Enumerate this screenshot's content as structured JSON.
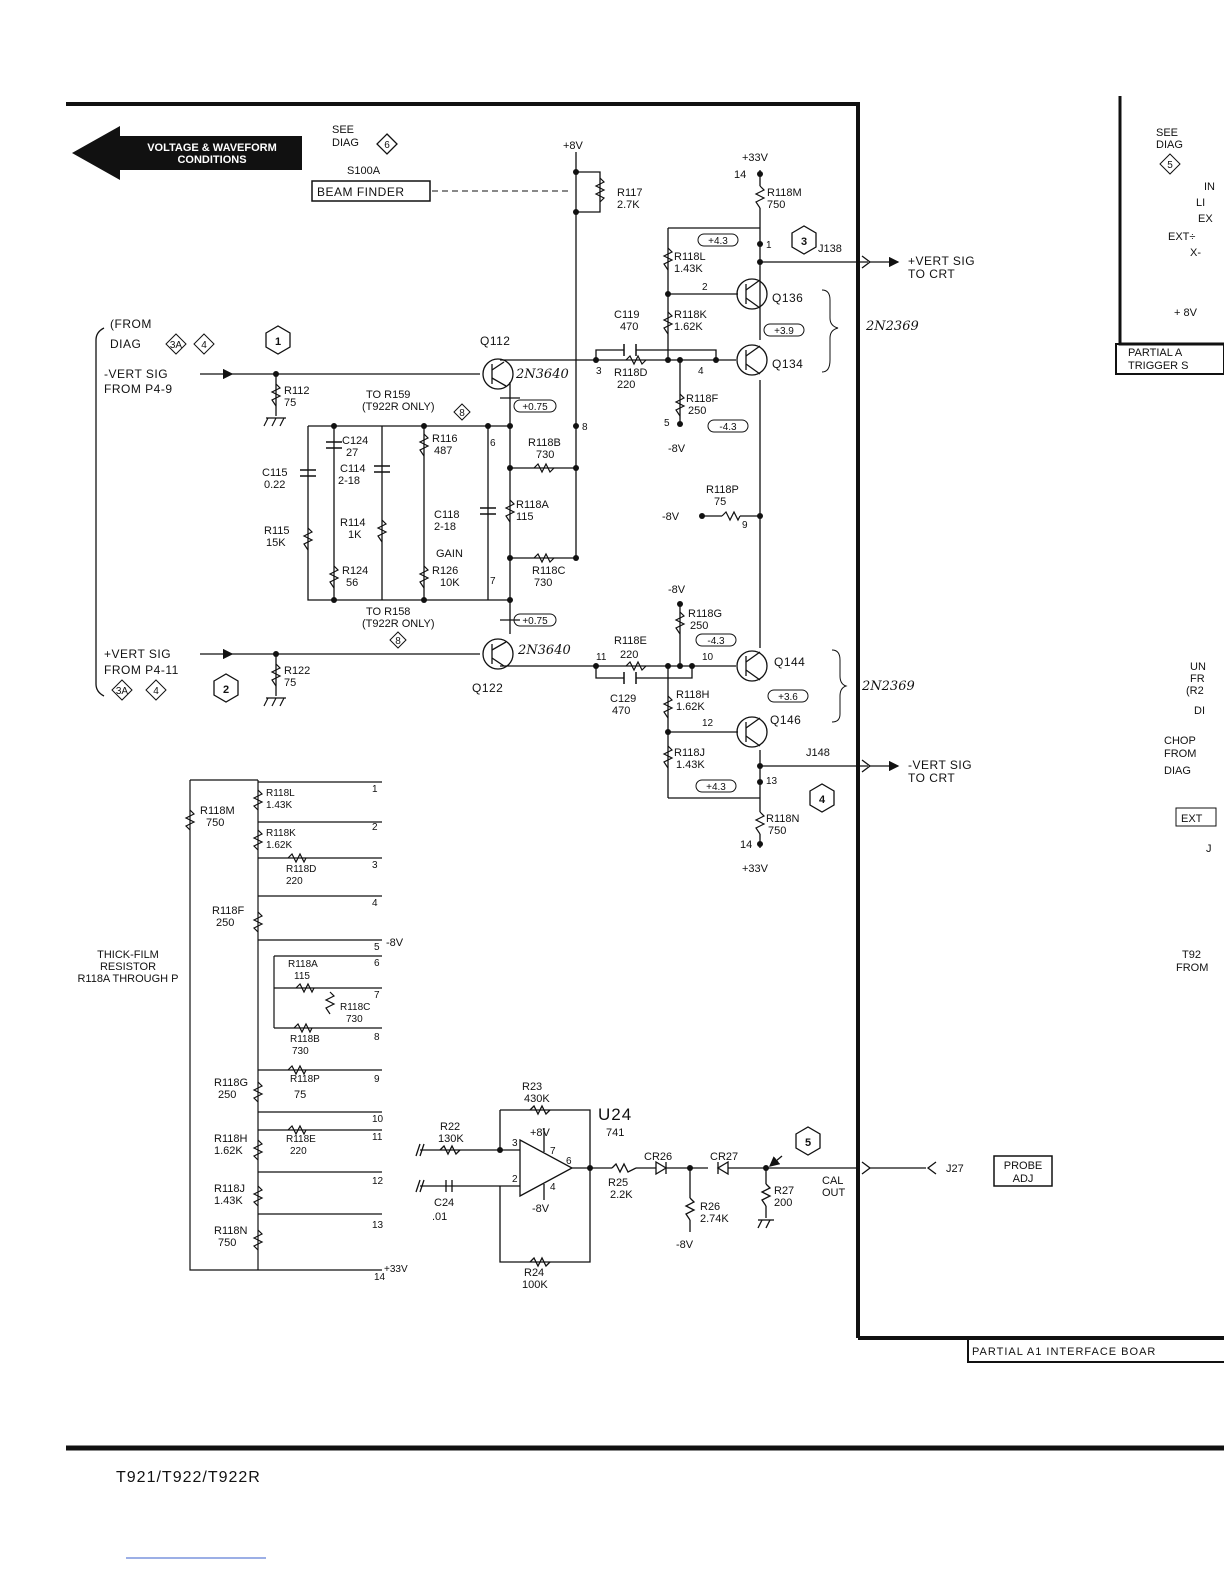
{
  "header": {
    "voltage_waveform": [
      "VOLTAGE & WAVEFORM",
      "CONDITIONS"
    ],
    "see_diag_6": [
      "SEE",
      "DIAG"
    ],
    "diag_6_num": "6",
    "s100a": "S100A",
    "beam_finder": "BEAM FINDER",
    "plus8v_top": "+8V",
    "plus33v_top": "+33V"
  },
  "right_panel": {
    "see_diag_5": [
      "SEE",
      "DIAG"
    ],
    "diag_5_num": "5",
    "cut_text": [
      "IN",
      "LI",
      "EX",
      "EXT÷",
      "X-"
    ],
    "plus8v": "+ 8V",
    "partial_trigger": [
      "PARTIAL A",
      "TRIGGER S"
    ],
    "lower_cut": [
      "UN",
      "FR",
      "(R2",
      "DI",
      "CHOP",
      "FROM",
      "DIAG",
      "EXT",
      "J",
      "T92",
      "FROM"
    ]
  },
  "inputs": {
    "from_diag": [
      "(FROM",
      "DIAG"
    ],
    "diag_3a": "3A",
    "diag_4": "4",
    "vert_minus": [
      "-VERT SIG",
      "FROM P4-9"
    ],
    "vert_plus": [
      "+VERT SIG",
      "FROM P4-11"
    ],
    "hex1": "1",
    "hex2": "2",
    "hex3": "3",
    "hex4": "4",
    "hex5": "5"
  },
  "components": {
    "r112": [
      "R112",
      "75"
    ],
    "r122": [
      "R122",
      "75"
    ],
    "q112": "Q112",
    "q122": "Q122",
    "q112_part": "2N3640",
    "q122_part": "2N3640",
    "to_r159": [
      "TO R159",
      "(T922R ONLY)"
    ],
    "to_r158": [
      "TO R158",
      "(T922R ONLY)"
    ],
    "diag8": "8",
    "v_plus075_a": "+0.75",
    "v_plus075_b": "+0.75",
    "c115": [
      "C115",
      "0.22"
    ],
    "r115": [
      "R115",
      "15K"
    ],
    "c124": [
      "C124",
      "27"
    ],
    "c114": [
      "C114",
      "2-18"
    ],
    "r114": [
      "R114",
      "1K"
    ],
    "r124": [
      "R124",
      "56"
    ],
    "r116": [
      "R116",
      "487"
    ],
    "c118": [
      "C118",
      "2-18"
    ],
    "gain": "GAIN",
    "r126": [
      "R126",
      "10K"
    ],
    "r118b": [
      "R118B",
      "730"
    ],
    "r118a": [
      "R118A",
      "115"
    ],
    "r118c": [
      "R118C",
      "730"
    ],
    "r117": [
      "R117",
      "2.7K"
    ],
    "r118m": [
      "R118M",
      "750"
    ],
    "r118l": [
      "R118L",
      "1.43K"
    ],
    "r118k": [
      "R118K",
      "1.62K"
    ],
    "c119": [
      "C119",
      "470"
    ],
    "r118d": [
      "R118D",
      "220"
    ],
    "r118f": [
      "R118F",
      "250"
    ],
    "minus8v": "-8V",
    "v_plus43_a": "+4.3",
    "v_plus39": "+3.9",
    "v_minus43_a": "-4.3",
    "q136": "Q136",
    "q134": "Q134",
    "part_2n2369_a": "2N2369",
    "r118p": [
      "R118P",
      "75"
    ],
    "r118g": [
      "R118G",
      "250"
    ],
    "r118e": [
      "R118E",
      "220"
    ],
    "v_minus43_b": "-4.3",
    "q144": "Q144",
    "q146": "Q146",
    "v_plus36": "+3.6",
    "part_2n2369_b": "2N2369",
    "c129": [
      "C129",
      "470"
    ],
    "r118h": [
      "R118H",
      "1.62K"
    ],
    "r118j": [
      "R118J",
      "1.43K"
    ],
    "v_plus43_b": "+4.3",
    "r118n": [
      "R118N",
      "750"
    ],
    "plus33v_bottom": "+33V",
    "j138": "J138",
    "j148": "J148",
    "out_plus": [
      "+VERT SIG",
      "TO CRT"
    ],
    "out_minus": [
      "-VERT SIG",
      "TO CRT"
    ],
    "pin_numbers": [
      "14",
      "1",
      "2",
      "3",
      "4",
      "5",
      "6",
      "7",
      "8",
      "9",
      "10",
      "11",
      "12",
      "13",
      "14"
    ]
  },
  "thick_film": {
    "label": [
      "THICK-FILM",
      "RESISTOR",
      "R118A THROUGH P"
    ],
    "left": [
      [
        "R118M",
        "750"
      ],
      [
        "R118F",
        "250"
      ],
      [
        "R118G",
        "250"
      ],
      [
        "R118H",
        "1.62K"
      ],
      [
        "R118J",
        "1.43K"
      ],
      [
        "R118N",
        "750"
      ]
    ],
    "right": [
      [
        "R118L",
        "1.43K"
      ],
      [
        "R118K",
        "1.62K"
      ],
      [
        "R118D",
        "220"
      ],
      [
        "R118A",
        "115"
      ],
      [
        "R118C",
        "730"
      ],
      [
        "R118B",
        "730"
      ],
      [
        "R118P",
        "75"
      ],
      [
        "R118E",
        "220"
      ]
    ],
    "pins": [
      "1",
      "2",
      "3",
      "4",
      "5",
      "6",
      "7",
      "8",
      "9",
      "10",
      "11",
      "12",
      "13",
      "14"
    ],
    "minus8v": "-8V",
    "plus33v": "+33V"
  },
  "cal": {
    "r23": [
      "R23",
      "430K"
    ],
    "u24": "U24",
    "u24_part": "741",
    "plus8v": "+8V",
    "minus8v": "-8V",
    "r22": [
      "R22",
      "130K"
    ],
    "c24": [
      "C24",
      ".01"
    ],
    "r24": [
      "R24",
      "100K"
    ],
    "r25": [
      "R25",
      "2.2K"
    ],
    "cr26": "CR26",
    "cr27": "CR27",
    "r26": [
      "R26",
      "2.74K"
    ],
    "r27": [
      "R27",
      "200"
    ],
    "minus8v_b": "-8V",
    "cal_out": [
      "CAL",
      "OUT"
    ],
    "j27": "J27",
    "probe_adj": [
      "PROBE",
      "ADJ"
    ],
    "pins": [
      "3",
      "2",
      "7",
      "6",
      "4"
    ]
  },
  "footer": {
    "partial_board": "PARTIAL A1 INTERFACE BOAR",
    "model": "T921/T922/T922R"
  }
}
